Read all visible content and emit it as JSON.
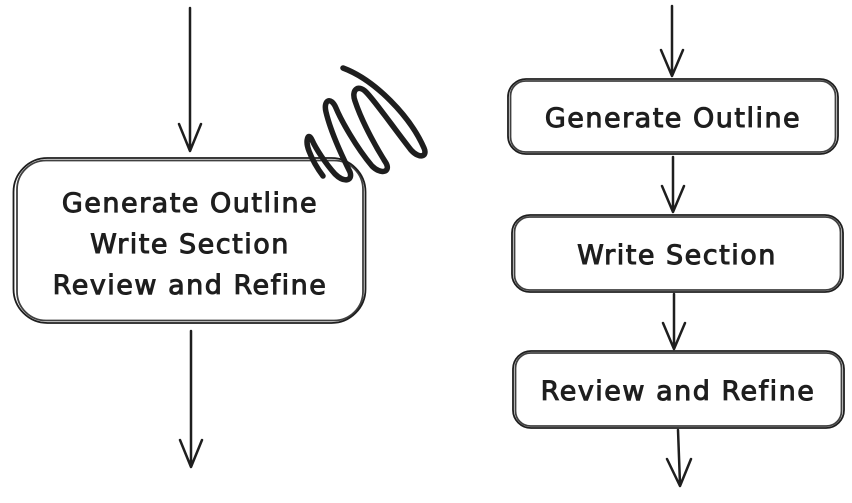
{
  "canvas": {
    "background": "#ffffff",
    "ink": "#1e1e1e"
  },
  "left_flow": {
    "description": "single combined step box marked with a scratch-out scribble",
    "box_lines": [
      "Generate Outline",
      "Write Section",
      "Review and Refine"
    ],
    "annotation_icon": "scratch-scribble"
  },
  "right_flow": {
    "description": "three sequential step boxes connected by arrows",
    "boxes": [
      {
        "label": "Generate Outline"
      },
      {
        "label": "Write Section"
      },
      {
        "label": "Review and Refine"
      }
    ]
  }
}
